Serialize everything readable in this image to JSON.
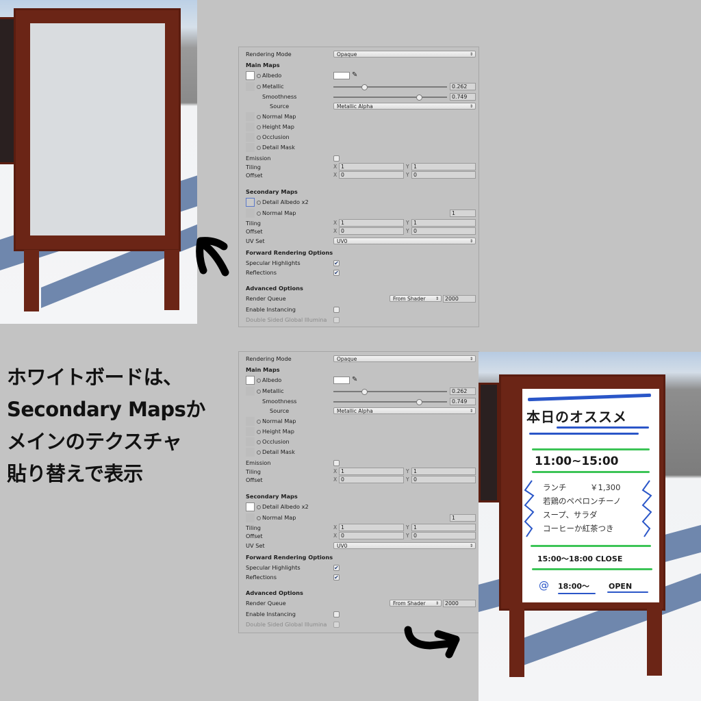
{
  "caption": {
    "lines": [
      "ホワイトボードは、",
      "Secondary Mapsか",
      "メインのテクスチャ",
      "貼り替えで表示"
    ]
  },
  "panels": [
    {
      "rendering_mode_label": "Rendering Mode",
      "rendering_mode_value": "Opaque",
      "main_maps_header": "Main Maps",
      "albedo_label": "Albedo",
      "metallic_label": "Metallic",
      "metallic_value": "0.262",
      "smoothness_label": "Smoothness",
      "smoothness_value": "0.749",
      "source_label": "Source",
      "source_value": "Metallic Alpha",
      "normal_map_label": "Normal Map",
      "height_map_label": "Height Map",
      "occlusion_label": "Occlusion",
      "detail_mask_label": "Detail Mask",
      "emission_label": "Emission",
      "tiling_label": "Tiling",
      "tiling_x": "1",
      "tiling_y": "1",
      "offset_label": "Offset",
      "offset_x": "0",
      "offset_y": "0",
      "secondary_maps_header": "Secondary Maps",
      "detail_albedo_label": "Detail Albedo x2",
      "sec_normal_map_label": "Normal Map",
      "sec_normal_value": "1",
      "sec_tiling_label": "Tiling",
      "sec_tiling_x": "1",
      "sec_tiling_y": "1",
      "sec_offset_label": "Offset",
      "sec_offset_x": "0",
      "sec_offset_y": "0",
      "uv_set_label": "UV Set",
      "uv_set_value": "UV0",
      "forward_header": "Forward Rendering Options",
      "specular_label": "Specular Highlights",
      "specular_checked": "✔",
      "reflections_label": "Reflections",
      "reflections_checked": "✔",
      "advanced_header": "Advanced Options",
      "render_queue_label": "Render Queue",
      "render_queue_mode": "From Shader",
      "render_queue_value": "2000",
      "instancing_label": "Enable Instancing",
      "double_sided_label": "Double Sided Global Illumina",
      "axis_x": "X",
      "axis_y": "Y",
      "detail_albedo_state": "empty"
    },
    {
      "rendering_mode_label": "Rendering Mode",
      "rendering_mode_value": "Opaque",
      "main_maps_header": "Main Maps",
      "albedo_label": "Albedo",
      "metallic_label": "Metallic",
      "metallic_value": "0.262",
      "smoothness_label": "Smoothness",
      "smoothness_value": "0.749",
      "source_label": "Source",
      "source_value": "Metallic Alpha",
      "normal_map_label": "Normal Map",
      "height_map_label": "Height Map",
      "occlusion_label": "Occlusion",
      "detail_mask_label": "Detail Mask",
      "emission_label": "Emission",
      "tiling_label": "Tiling",
      "tiling_x": "1",
      "tiling_y": "1",
      "offset_label": "Offset",
      "offset_x": "0",
      "offset_y": "0",
      "secondary_maps_header": "Secondary Maps",
      "detail_albedo_label": "Detail Albedo x2",
      "sec_normal_map_label": "Normal Map",
      "sec_normal_value": "1",
      "sec_tiling_label": "Tiling",
      "sec_tiling_x": "1",
      "sec_tiling_y": "1",
      "sec_offset_label": "Offset",
      "sec_offset_x": "0",
      "sec_offset_y": "0",
      "uv_set_label": "UV Set",
      "uv_set_value": "UV0",
      "forward_header": "Forward Rendering Options",
      "specular_label": "Specular Highlights",
      "specular_checked": "✔",
      "reflections_label": "Reflections",
      "reflections_checked": "✔",
      "advanced_header": "Advanced Options",
      "render_queue_label": "Render Queue",
      "render_queue_mode": "From Shader",
      "render_queue_value": "2000",
      "instancing_label": "Enable Instancing",
      "double_sided_label": "Double Sided Global Illumina",
      "axis_x": "X",
      "axis_y": "Y",
      "detail_albedo_state": "texture-assigned"
    }
  ],
  "whiteboard": {
    "title": "本日のオススメ",
    "hours": "11:00~15:00",
    "menu": [
      "ランチ　　　￥1,300",
      "若鶏のペペロンチーノ",
      "スープ、サラダ",
      "コーヒーか紅茶つき"
    ],
    "close_line": "15:00〜18:00  CLOSE",
    "open_time": "18:00〜",
    "open_label": "OPEN"
  },
  "colors": {
    "background": "#c3c3c3",
    "frame_wood": "#6b2516",
    "marker_blue": "#2a56c8",
    "marker_green": "#3cc456",
    "shadow": "#6f87ad"
  }
}
